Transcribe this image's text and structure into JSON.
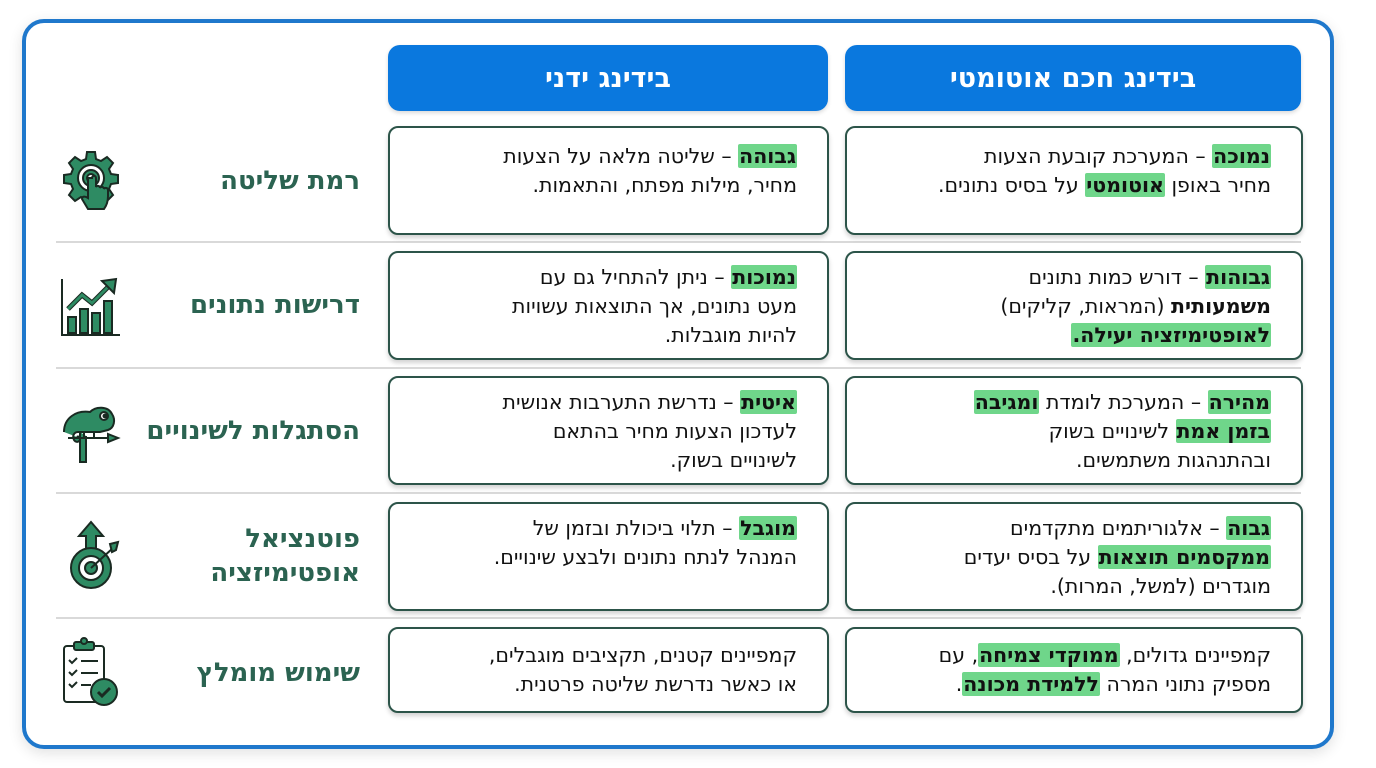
{
  "colors": {
    "frame_border": "#1f78cc",
    "header_bg": "#0a78de",
    "header_text": "#ffffff",
    "label_text": "#2b6351",
    "cell_border": "#2c5449",
    "highlight": "#6fd68a",
    "icon_fill": "#2e8b63",
    "separator": "#d9d9d9"
  },
  "columns": {
    "auto": {
      "title": "בידינג חכם אוטומטי"
    },
    "manual": {
      "title": "בידינג ידני"
    }
  },
  "rows": [
    {
      "label": "רמת שליטה",
      "icon": "gear-hand-touch-icon",
      "auto": {
        "lead": "נמוכה",
        "lines": [
          [
            {
              "t": "נמוכה",
              "hl": true
            },
            {
              "t": " – המערכת קובעת הצעות"
            }
          ],
          [
            {
              "t": "מחיר באופן "
            },
            {
              "t": "אוטומטי",
              "hl": true
            },
            {
              "t": " על בסיס נתונים."
            }
          ]
        ]
      },
      "manual": {
        "lead": "גבוהה",
        "lines": [
          [
            {
              "t": "גבוהה",
              "hl": true
            },
            {
              "t": " – שליטה מלאה על הצעות"
            }
          ],
          [
            {
              "t": "מחיר, מילות מפתח, והתאמות."
            }
          ]
        ]
      }
    },
    {
      "label": "דרישות נתונים",
      "icon": "growth-chart-icon",
      "auto": {
        "lead": "גבוהות",
        "lines": [
          [
            {
              "t": "גבוהות",
              "hl": true
            },
            {
              "t": " – דורש כמות נתונים"
            }
          ],
          [
            {
              "t": "משמעותית",
              "b": true
            },
            {
              "t": " (המראות, קליקים)"
            }
          ],
          [
            {
              "t": "לאופטימיזציה יעילה.",
              "hl": true
            }
          ]
        ]
      },
      "manual": {
        "lead": "נמוכות",
        "lines": [
          [
            {
              "t": "נמוכות",
              "hl": true
            },
            {
              "t": " – ניתן להתחיל גם עם"
            }
          ],
          [
            {
              "t": "מעט נתונים, אך התוצאות עשויות"
            }
          ],
          [
            {
              "t": "להיות מוגבלות."
            }
          ]
        ]
      }
    },
    {
      "label": "הסתגלות לשינויים",
      "icon": "chameleon-icon",
      "auto": {
        "lead": "מהירה",
        "lines": [
          [
            {
              "t": "מהירה",
              "hl": true
            },
            {
              "t": " – המערכת לומדת "
            },
            {
              "t": "ומגיבה",
              "hl": true
            }
          ],
          [
            {
              "t": "בזמן אמת",
              "hl": true
            },
            {
              "t": " לשינויים בשוק"
            }
          ],
          [
            {
              "t": "ובהתנהגות משתמשים."
            }
          ]
        ]
      },
      "manual": {
        "lead": "איטית",
        "lines": [
          [
            {
              "t": "איטית",
              "hl": true
            },
            {
              "t": " – נדרשת התערבות אנושית"
            }
          ],
          [
            {
              "t": "לעדכון הצעות מחיר בהתאם"
            }
          ],
          [
            {
              "t": "לשינויים בשוק."
            }
          ]
        ]
      }
    },
    {
      "label": "פוטנציאל אופטימיזציה",
      "label_lines": [
        "פוטנציאל",
        "אופטימיזציה"
      ],
      "icon": "target-arrow-up-icon",
      "auto": {
        "lead": "גבוה",
        "lines": [
          [
            {
              "t": "גבוה",
              "hl": true
            },
            {
              "t": " – אלגוריתמים מתקדמים"
            }
          ],
          [
            {
              "t": "ממקסמים תוצאות",
              "hl": true
            },
            {
              "t": " על בסיס יעדים"
            }
          ],
          [
            {
              "t": "מוגדרים (למשל, המרות)."
            }
          ]
        ]
      },
      "manual": {
        "lead": "מוגבל",
        "lines": [
          [
            {
              "t": "מוגבל",
              "hl": true
            },
            {
              "t": " – תלוי ביכולת ובזמן של"
            }
          ],
          [
            {
              "t": "המנהל לנתח נתונים ולבצע שינויים."
            }
          ]
        ]
      }
    },
    {
      "label": "שימוש מומלץ",
      "icon": "clipboard-checklist-icon",
      "auto": {
        "lines": [
          [
            {
              "t": "קמפיינים גדולים, "
            },
            {
              "t": "ממוקדי צמיחה",
              "hl": true
            },
            {
              "t": ", עם"
            }
          ],
          [
            {
              "t": "מספיק נתוני המרה "
            },
            {
              "t": "ללמידת מכונה",
              "hl": true
            },
            {
              "t": "."
            }
          ]
        ]
      },
      "manual": {
        "lines": [
          [
            {
              "t": "קמפיינים קטנים, תקציבים מוגבלים,"
            }
          ],
          [
            {
              "t": "או כאשר נדרשת שליטה פרטנית."
            }
          ]
        ]
      }
    }
  ]
}
